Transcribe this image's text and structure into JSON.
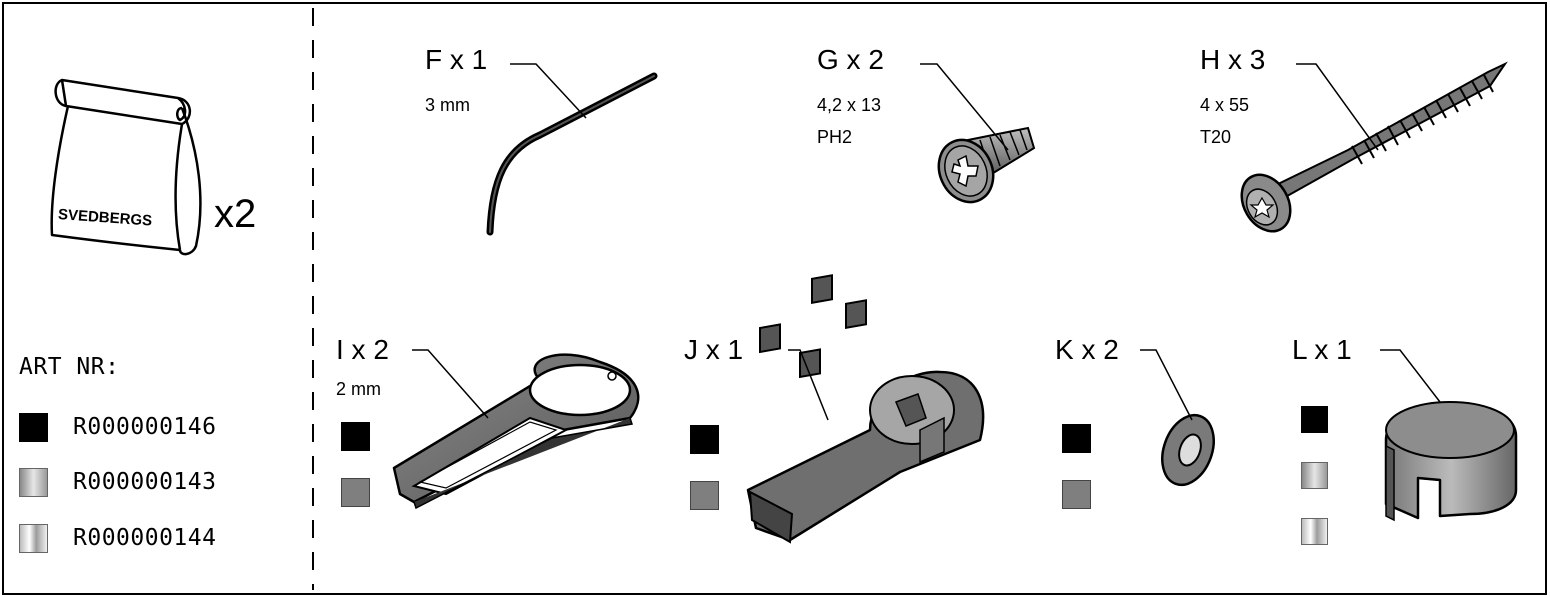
{
  "left_panel": {
    "bag_text": "SVEDBERGS",
    "bag_qty": "x2",
    "art_nr_heading": "ART NR:",
    "articles": [
      {
        "finish": "black",
        "code": "R000000146"
      },
      {
        "finish": "gray-gradient",
        "code": "R000000143"
      },
      {
        "finish": "chrome",
        "code": "R000000144"
      }
    ]
  },
  "parts": {
    "F": {
      "label": "F x 1",
      "spec1": "3 mm",
      "spec2": ""
    },
    "G": {
      "label": "G x 2",
      "spec1": "4,2 x 13",
      "spec2": "PH2"
    },
    "H": {
      "label": "H x 3",
      "spec1": "4 x 55",
      "spec2": "T20"
    },
    "I": {
      "label": "I x 2",
      "spec1": "2 mm"
    },
    "J": {
      "label": "J x 1"
    },
    "K": {
      "label": "K x 2"
    },
    "L": {
      "label": "L x 1"
    }
  },
  "icons": [
    "bag-icon",
    "allen-key-icon",
    "countersunk-screw-icon",
    "wood-screw-icon",
    "bracket-plate-icon",
    "clip-fitting-icon",
    "washer-icon",
    "cap-icon"
  ],
  "colors": {
    "black": "#000000",
    "gray": "#7f7f7f",
    "gray_gradient": "#d0d0d0",
    "chrome": "#f0f0f0"
  }
}
